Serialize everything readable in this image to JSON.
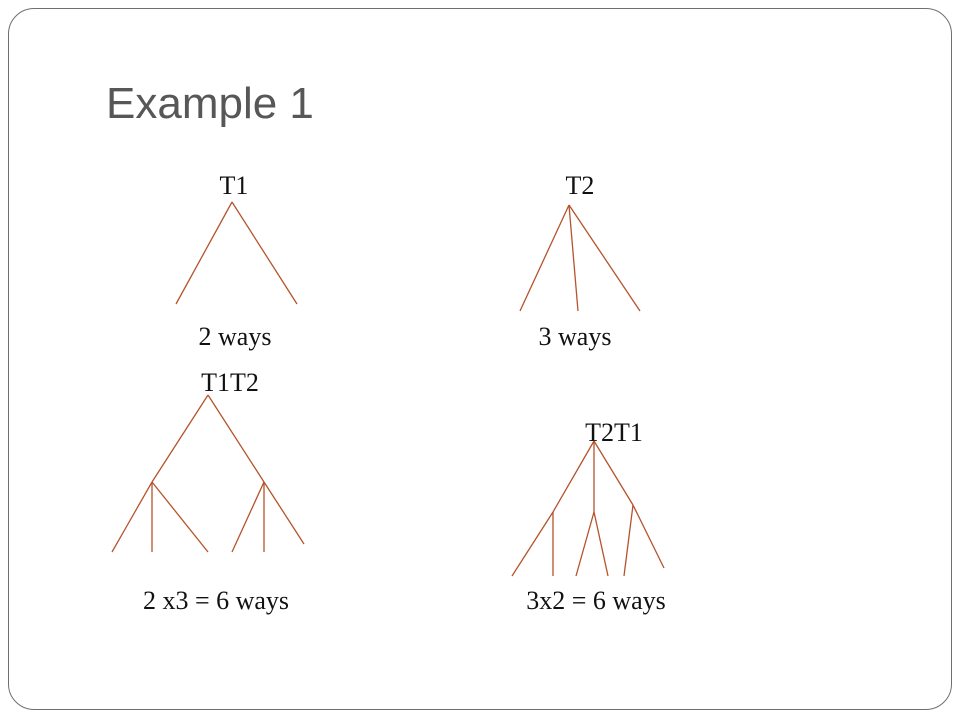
{
  "slide": {
    "title": "Example 1"
  },
  "diagram": {
    "edge_color": "#b5532c",
    "trees": [
      {
        "name": "T1",
        "caption": "2 ways",
        "branches": 2
      },
      {
        "name": "T2",
        "caption": "3 ways",
        "branches": 3
      },
      {
        "name": "T1T2",
        "caption": "2 x3 = 6 ways",
        "branches": 2,
        "sub_branches": 3
      },
      {
        "name": "T2T1",
        "caption": "3x2 = 6 ways",
        "branches": 3,
        "sub_branches": 2
      }
    ]
  }
}
